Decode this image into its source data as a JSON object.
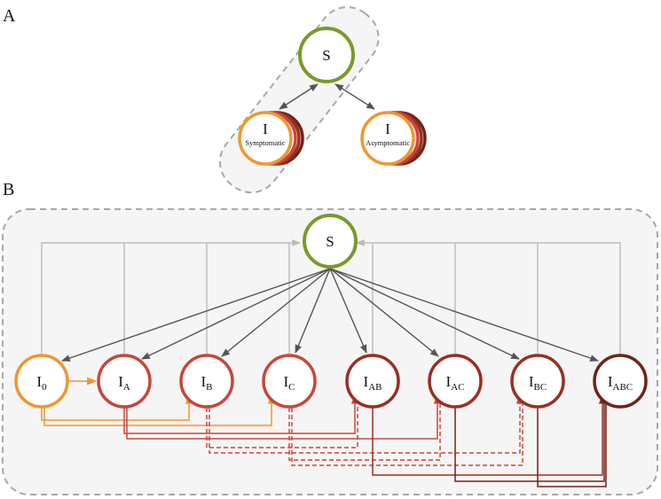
{
  "panel_a": {
    "label": "A",
    "s_label": "S",
    "sym_main": "I",
    "sym_sub": "Symptomatic",
    "asym_main": "I",
    "asym_sub": "Asymptomatic"
  },
  "panel_b": {
    "label": "B",
    "s_label": "S",
    "nodes": [
      {
        "main": "I",
        "sub": "0"
      },
      {
        "main": "I",
        "sub": "A"
      },
      {
        "main": "I",
        "sub": "B"
      },
      {
        "main": "I",
        "sub": "C"
      },
      {
        "main": "I",
        "sub": "AB"
      },
      {
        "main": "I",
        "sub": "AC"
      },
      {
        "main": "I",
        "sub": "BC"
      },
      {
        "main": "I",
        "sub": "ABC"
      }
    ]
  },
  "colors": {
    "s_ring": "#7a9a2a",
    "i0": "#f0962e",
    "ia": "#c8463a",
    "iab": "#9a2e22",
    "iabc": "#6e2418",
    "dashed_box": "#a8a8a8",
    "arrow_dark": "#555555",
    "arrow_light": "#bbbbbb"
  }
}
